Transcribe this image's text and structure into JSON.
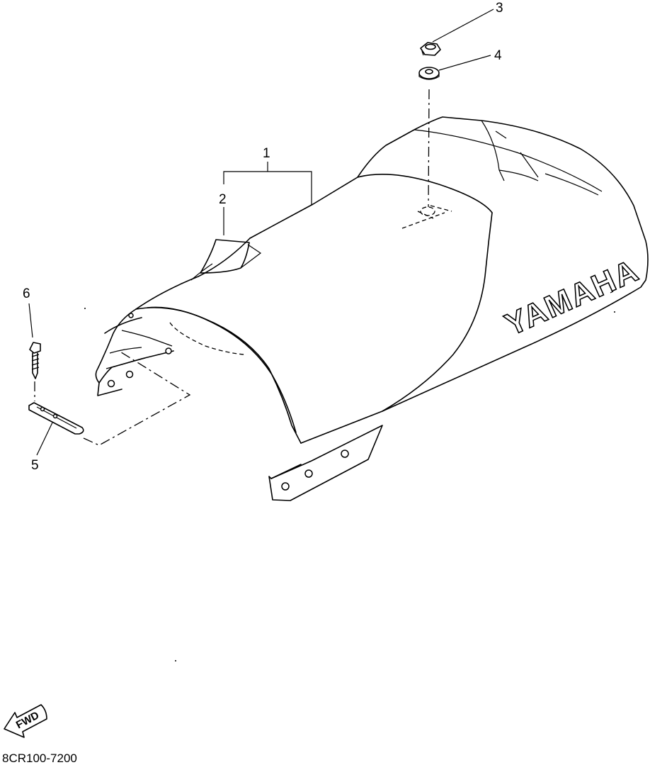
{
  "callouts": [
    "1",
    "2",
    "3",
    "4",
    "5",
    "6"
  ],
  "seat_logo": "YAMAHA",
  "fwd_arrow_label": "FWD",
  "diagram_code": "8CR100-7200"
}
